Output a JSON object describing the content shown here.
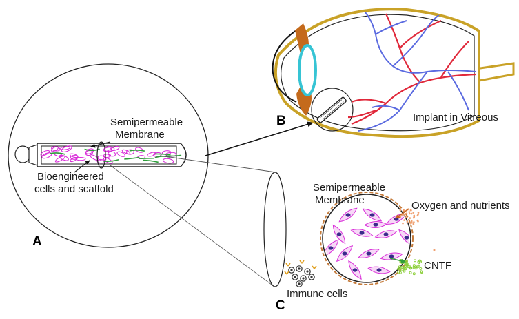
{
  "labels": {
    "semipermeable_top": [
      "Semipermeable",
      "Membrane"
    ],
    "bioengineered": [
      "Bioengineered",
      "cells and scaffold"
    ],
    "implant_in_vitreous": "Implant in Vitreous",
    "semipermeable_bottom": [
      "Semipermeable",
      "Membrane"
    ],
    "oxygen_nutrients": "Oxygen and nutrients",
    "cntf": "CNTF",
    "immune_cells": "Immune cells"
  },
  "panels": {
    "a": "A",
    "b": "B",
    "c": "C"
  },
  "colors": {
    "sclera": "#c9a227",
    "iris": "#c46a1c",
    "lens": "#36c4d4",
    "artery": "#e0283a",
    "vein": "#5a6ae0",
    "cells": "#d92fd9",
    "scaffold": "#2e9e3a",
    "membrane": "#c47a3a",
    "oxygen": "#f0a070",
    "cntf": "#8ccf3a",
    "immune": "#e0a020"
  },
  "icons": [
    "eye-illustration",
    "implant-capsule",
    "magnified-cross-section"
  ]
}
